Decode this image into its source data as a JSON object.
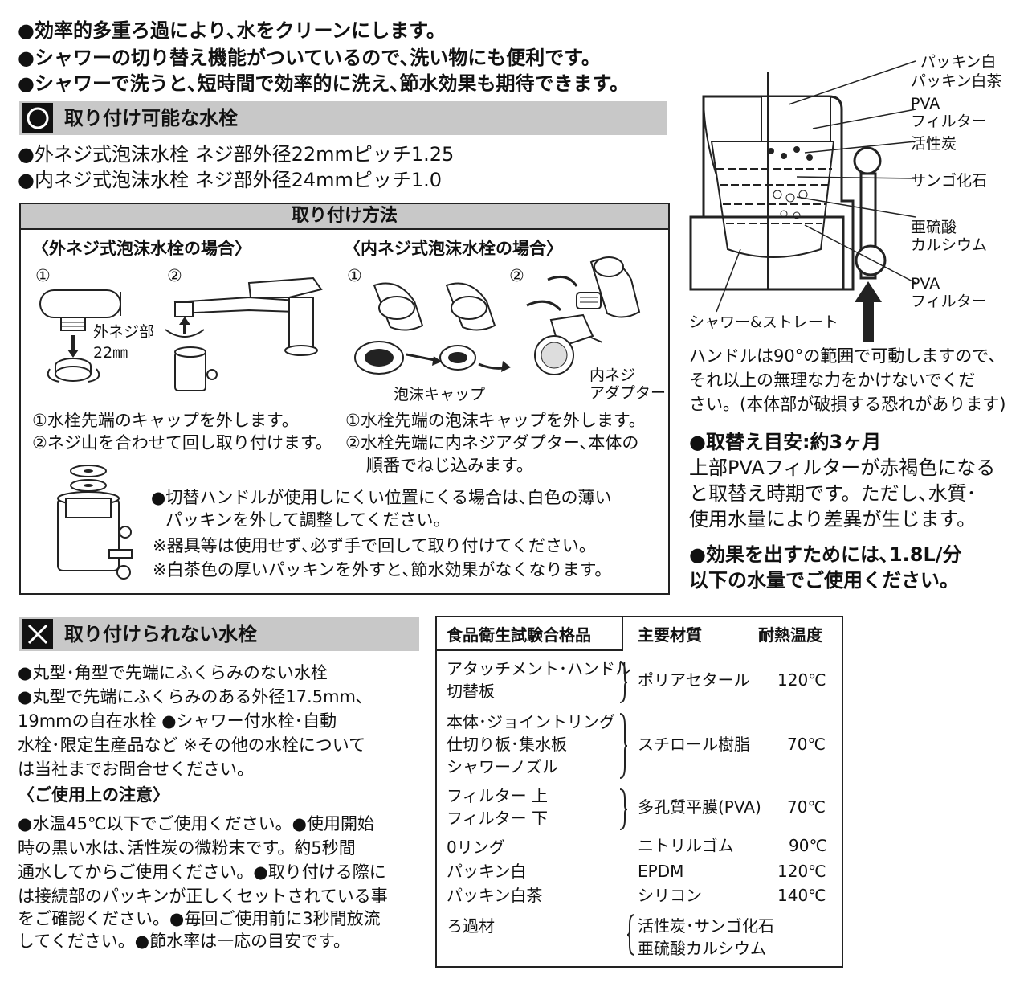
{
  "intro": [
    "●効率的多重ろ過により､水をクリーンにします。",
    "●シャワーの切り替え機能がついているので､洗い物にも便利です。",
    "●シャワーで洗うと､短時間で効率的に洗え､節水効果も期待できます。"
  ],
  "compatible": {
    "title": "取り付け可能な水栓",
    "items": [
      "●外ネジ式泡沫水栓 ネジ部外径22mmピッチ1.25",
      "●内ネジ式泡沫水栓 ネジ部外径24mmピッチ1.0"
    ]
  },
  "install": {
    "title": "取り付け方法",
    "outer": {
      "heading": "〈外ネジ式泡沫水栓の場合〉",
      "step1": "①",
      "step2": "②",
      "label_thread": "外ネジ部",
      "label_size": "22㎜",
      "notes": [
        "①水栓先端のキャップを外します。",
        "②ネジ山を合わせて回し取り付けます。"
      ]
    },
    "inner": {
      "heading": "〈内ネジ式泡沫水栓の場合〉",
      "step1": "①",
      "step2": "②",
      "label_cap": "泡沫キャップ",
      "label_adapter_1": "内ネジ",
      "label_adapter_2": "アダプター",
      "notes": [
        "①水栓先端の泡沫キャップを外します。",
        "②水栓先端に内ネジアダプター､本体の",
        "順番でねじ込みます。"
      ]
    },
    "handle_notes": [
      "●切替ハンドルが使用しにくい位置にくる場合は､白色の薄い",
      "パッキンを外して調整してください。",
      "※器具等は使用せず､必ず手で回して取り付けてください。",
      "※白茶色の厚いパッキンを外すと､節水効果がなくなります。"
    ]
  },
  "diagram": {
    "labels": [
      "パッキン白",
      "パッキン白茶",
      "PVA",
      "フィルター",
      "活性炭",
      "サンゴ化石",
      "亜硫酸",
      "カルシウム",
      "PVA",
      "フィルター",
      "シャワー&ストレート"
    ],
    "handle_note": [
      "ハンドルは90°の範囲で可動しますので､",
      "それ以上の無理な力をかけないでくだ",
      "さい。(本体部が破損する恐れがあります)"
    ]
  },
  "replace": {
    "heading": "●取替え目安:約3ヶ月",
    "lines": [
      "上部PVAフィルターが赤褐色になる",
      "と取替え時期です。ただし､水質･",
      "使用水量により差異が生じます。"
    ],
    "effect": [
      "●効果を出すためには､1.8L/分",
      "以下の水量でご使用ください。"
    ]
  },
  "incompatible": {
    "title": "取り付けられない水栓",
    "lines": [
      "●丸型･角型で先端にふくらみのない水栓",
      "●丸型で先端にふくらみのある外径17.5mm､",
      "19mmの自在水栓 ●シャワー付水栓･自動",
      "水栓･限定生産品など ※その他の水栓について",
      "は当社までお問合せください。"
    ]
  },
  "caution": {
    "heading": "〈ご使用上の注意〉",
    "lines": [
      "●水温45℃以下でご使用ください。●使用開始",
      "時の黒い水は､活性炭の微粉末です。約5秒間",
      "通水してからご使用ください。●取り付ける際に",
      "は接続部のパッキンが正しくセットされている事",
      "をご確認ください。●毎回ご使用前に3秒間放流",
      "してください。●節水率は一応の目安です。"
    ]
  },
  "table": {
    "header": {
      "col1": "食品衛生試験合格品",
      "col2": "主要材質",
      "col3": "耐熱温度"
    },
    "rows": [
      {
        "parts": [
          "アタッチメント･ハンドル",
          "切替板"
        ],
        "material": "ポリアセタール",
        "temp": "120℃"
      },
      {
        "parts": [
          "本体･ジョイントリング",
          "仕切り板･集水板",
          "シャワーノズル"
        ],
        "material": "スチロール樹脂",
        "temp": "70℃"
      },
      {
        "parts": [
          "フィルター 上",
          "フィルター 下"
        ],
        "material": "多孔質平膜(PVA)",
        "temp": "70℃"
      },
      {
        "parts": [
          "0リング"
        ],
        "material": "ニトリルゴム",
        "temp": "90℃"
      },
      {
        "parts": [
          "パッキン白"
        ],
        "material": "EPDM",
        "temp": "120℃"
      },
      {
        "parts": [
          "パッキン白茶"
        ],
        "material": "シリコン",
        "temp": "140℃"
      },
      {
        "parts": [
          "ろ過材"
        ],
        "material": "活性炭･サンゴ化石",
        "material2": "亜硫酸カルシウム",
        "temp": ""
      }
    ]
  }
}
